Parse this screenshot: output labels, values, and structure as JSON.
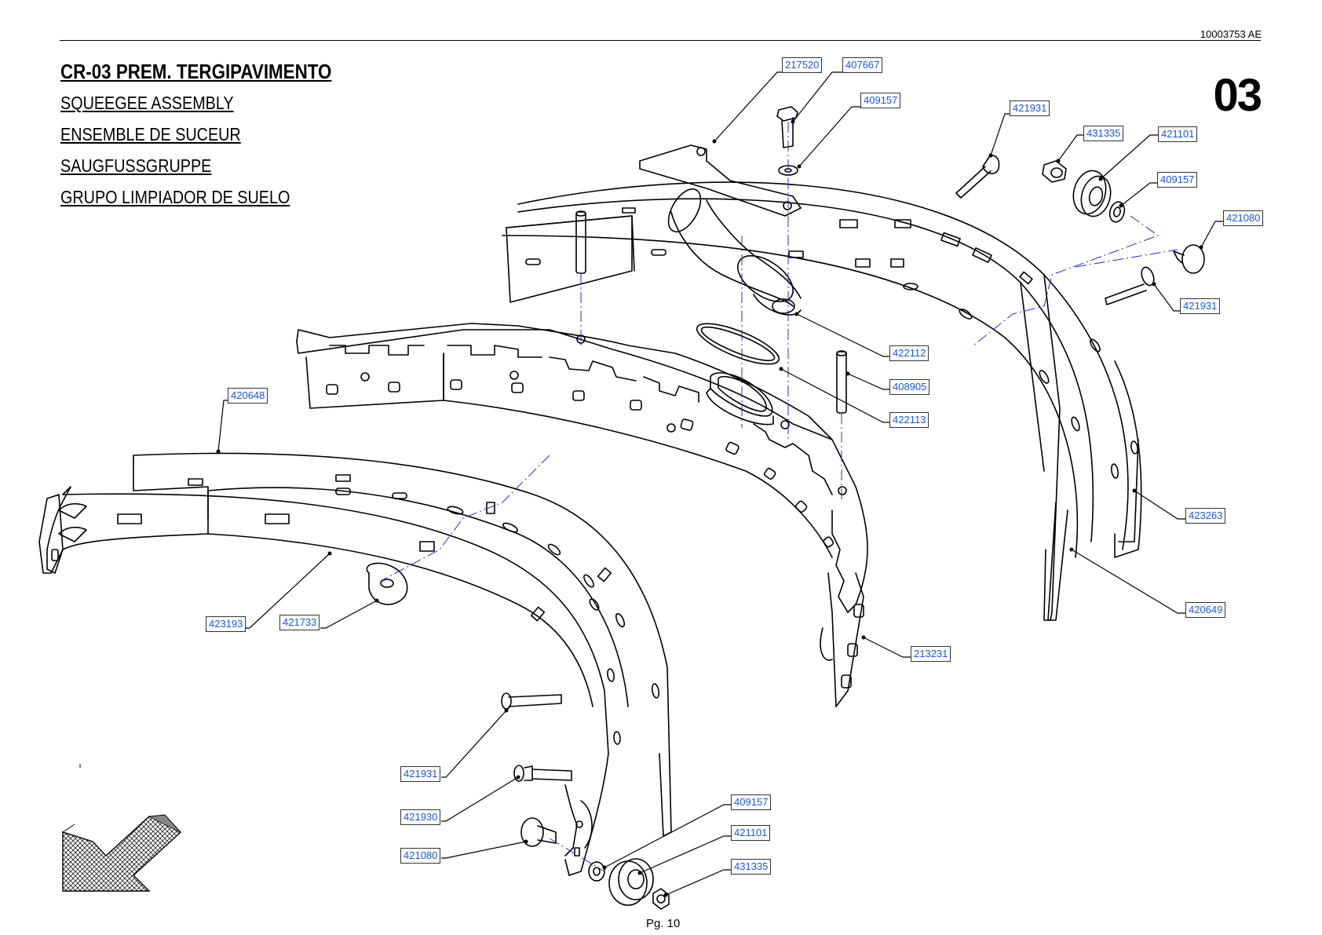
{
  "header": {
    "document_number": "10003753 AE",
    "page_code": "03",
    "title": "CR-03 PREM. TERGIPAVIMENTO",
    "subtitles": [
      "SQUEEGEE ASSEMBLY",
      "ENSEMBLE DE SUCEUR",
      "SAUGFUSSGRUPPE",
      "GRUPO LIMPIADOR DE SUELO"
    ]
  },
  "footer": {
    "page_label": "Pg. 10"
  },
  "callouts": [
    {
      "code": "217520"
    },
    {
      "code": "407667"
    },
    {
      "code": "409157"
    },
    {
      "code": "421931"
    },
    {
      "code": "431335"
    },
    {
      "code": "421101"
    },
    {
      "code": "409157"
    },
    {
      "code": "421080"
    },
    {
      "code": "421931"
    },
    {
      "code": "422112"
    },
    {
      "code": "408905"
    },
    {
      "code": "422113"
    },
    {
      "code": "420648"
    },
    {
      "code": "423263"
    },
    {
      "code": "420649"
    },
    {
      "code": "213231"
    },
    {
      "code": "423193"
    },
    {
      "code": "421733"
    },
    {
      "code": "421931"
    },
    {
      "code": "421930"
    },
    {
      "code": "421080"
    },
    {
      "code": "409157"
    },
    {
      "code": "421101"
    },
    {
      "code": "431335"
    }
  ],
  "icons": {
    "direction_arrow": "forward-direction-arrow-icon"
  },
  "colors": {
    "callout_text": "#1a57d6",
    "centerline": "#2233cc",
    "line": "#000000"
  }
}
